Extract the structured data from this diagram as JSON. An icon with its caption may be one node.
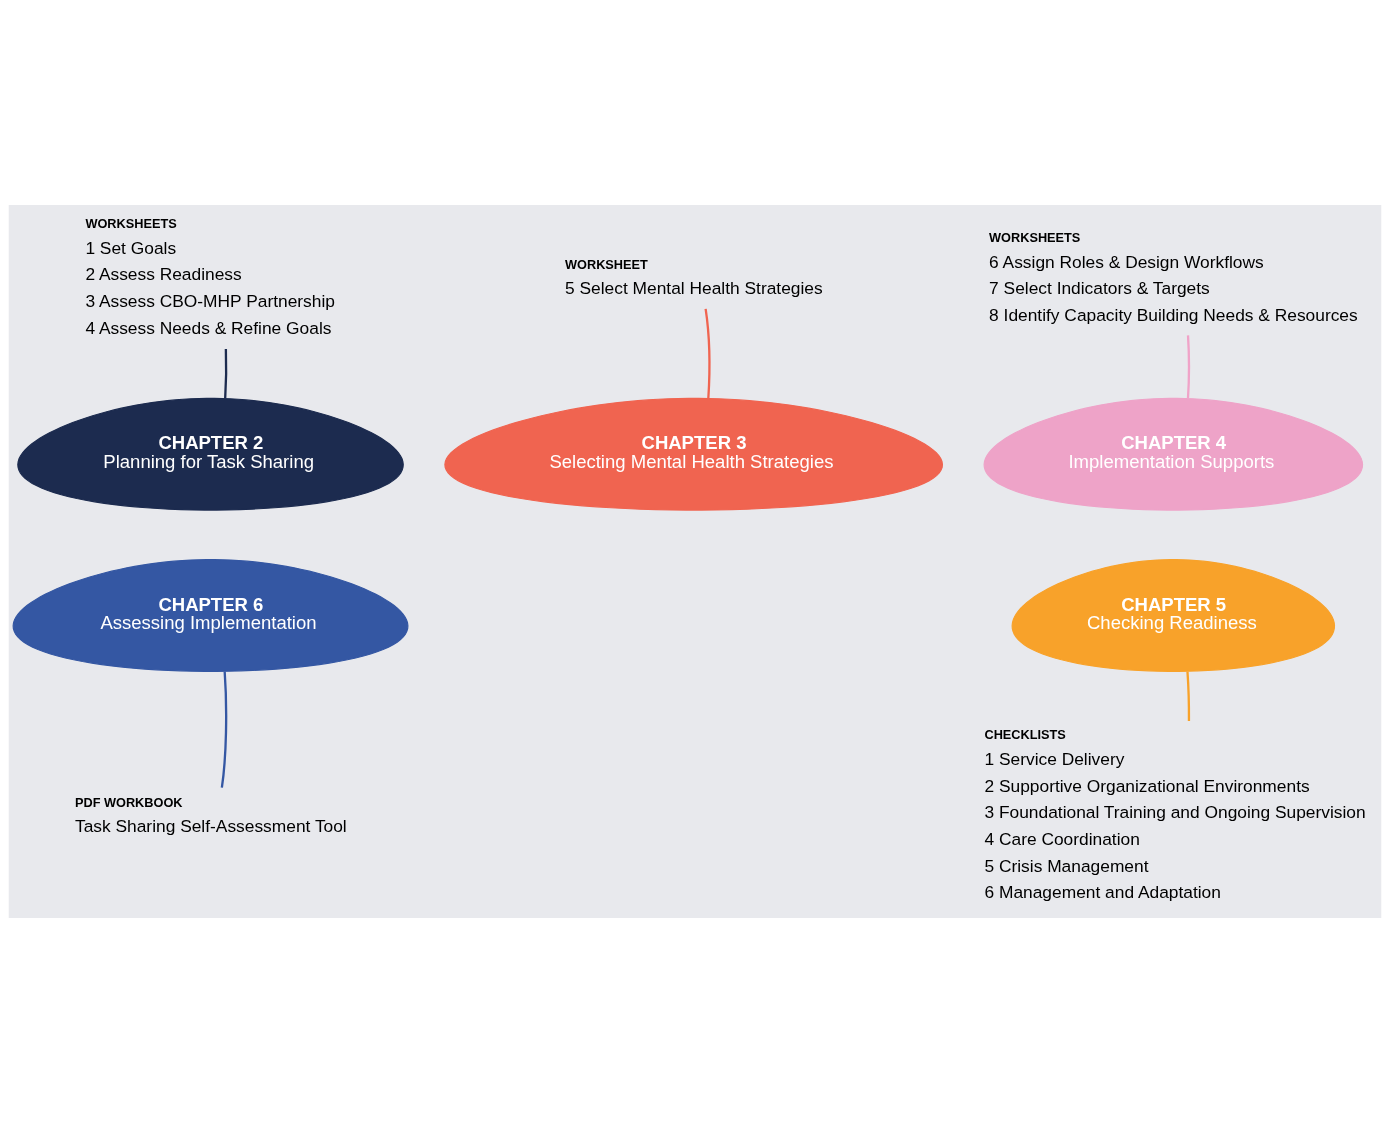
{
  "diagram": {
    "nodes": [
      {
        "text": [
          "WORKSHEETS",
          "1 Set Goals",
          "2 Assess Readiness",
          "3 Assess CBO-MHP Partnership",
          "4 Assess Needs & Refine Goals"
        ]
      },
      {
        "text": [
          "WORKSHEET",
          "5 Select Mental Health Strategies"
        ]
      },
      {
        "text": [
          "CHAPTER 2",
          "Planning for Task Sharing"
        ]
      },
      {
        "text": [
          "CHAPTER 3",
          "Selecting Mental Health Strategies"
        ]
      },
      {
        "text": [
          "WORKSHEETS",
          "6 Assign Roles & Design Workflows",
          "7 Select Indicators & Targets",
          "8 Identify Capacity Building Needs & Resources"
        ]
      },
      {
        "text": [
          "CHAPTER 4",
          "Implementation Supports"
        ]
      },
      {
        "text": [
          "CHAPTER 6",
          "Assessing Implementation"
        ]
      },
      {
        "text": [
          "CHAPTER 5",
          "Checking Readiness"
        ]
      },
      {
        "text": [
          "PDF WORKBOOK",
          "Task Sharing Self-Assessment Tool"
        ]
      },
      {
        "text": [
          "CHECKLISTS",
          "1 Service Delivery",
          "2 Supportive Organizational Environments",
          "3 Foundational Training and Ongoing Supervision",
          "4 Care Coordination",
          "5 Crisis Management",
          "6 Management and Adaptation"
        ]
      }
    ],
    "edges": [
      {
        "from": 2,
        "to": 0,
        "arrow": "none",
        "color": "#1c2b4f"
      },
      {
        "from": 3,
        "to": 1,
        "arrow": "none",
        "color": "#f06450"
      },
      {
        "from": 5,
        "to": 4,
        "arrow": "none",
        "color": "#f0a3c8"
      },
      {
        "from": 6,
        "to": 8,
        "arrow": "none",
        "color": "#3457a3"
      },
      {
        "from": 7,
        "to": 9,
        "arrow": "none",
        "color": "#f8a22a"
      }
    ]
  }
}
